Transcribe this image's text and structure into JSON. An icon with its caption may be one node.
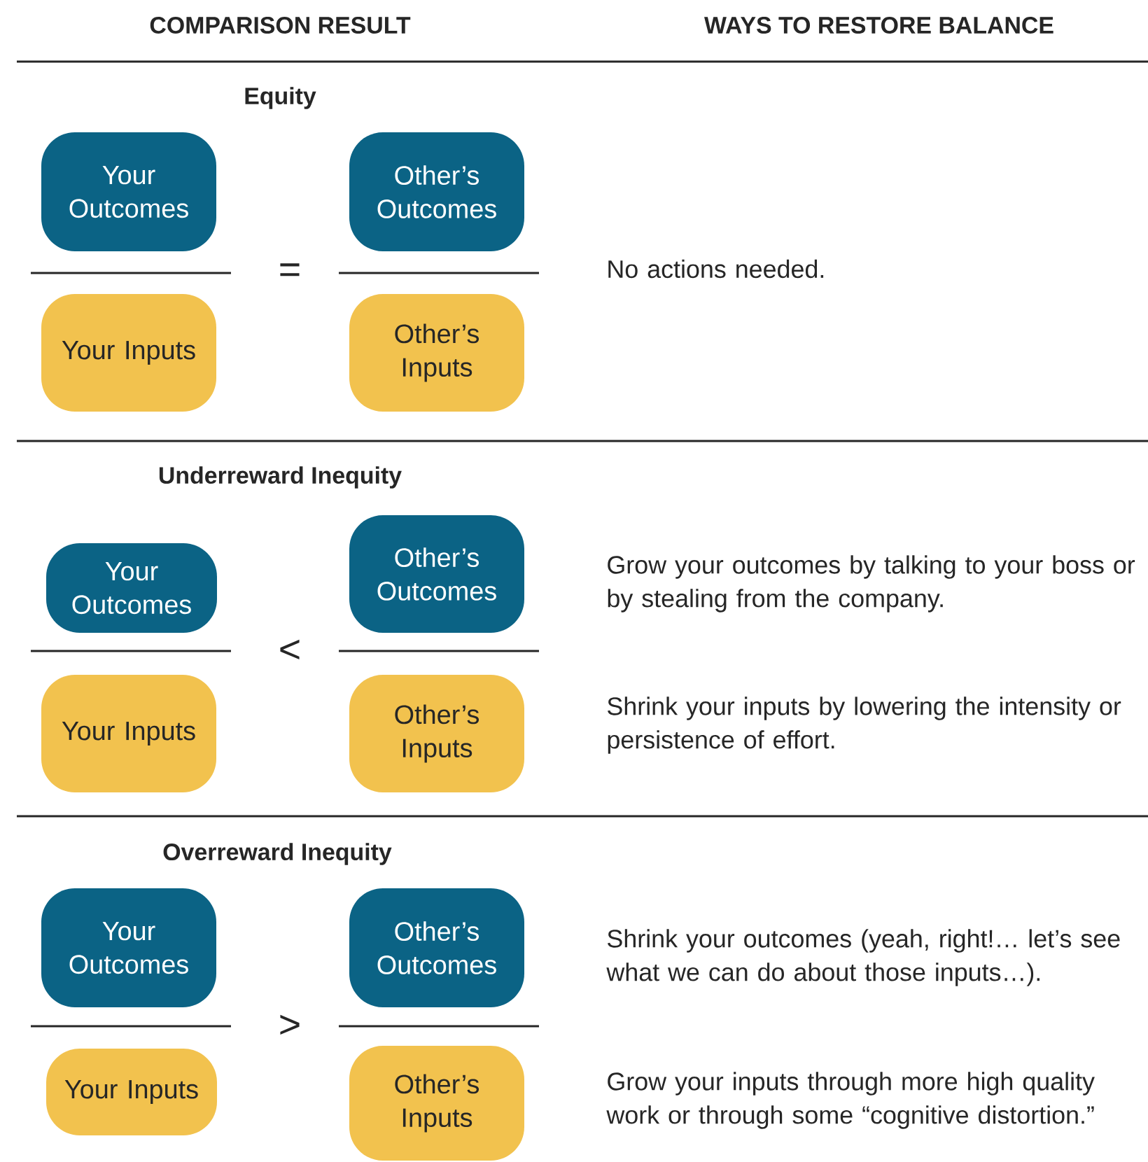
{
  "diagram": {
    "nodes": [
      {
        "text": [
          "Your Outcomes"
        ]
      },
      {
        "text": [
          "Other’s Outcomes"
        ]
      },
      {
        "text": [
          "Your Inputs"
        ]
      },
      {
        "text": [
          "Other’s Inputs"
        ]
      },
      {
        "text": [
          "Your Outcomes"
        ]
      },
      {
        "text": [
          "Other’s Outcomes"
        ]
      },
      {
        "text": [
          "Your Inputs"
        ]
      },
      {
        "text": [
          "Other’s Inputs"
        ]
      },
      {
        "text": [
          "Your Outcomes"
        ]
      },
      {
        "text": [
          "Other’s Outcomes"
        ]
      },
      {
        "text": [
          "Your Inputs"
        ]
      },
      {
        "text": [
          "Other’s Inputs"
        ]
      }
    ],
    "edges": [],
    "labels": [
      "COMPARISON RESULT",
      "WAYS TO RESTORE BALANCE",
      "Equity",
      "=",
      "No actions needed.",
      "Underreward Inequity",
      "<",
      "Grow your outcomes by talking to your boss or by stealing from the company.",
      "Shrink your inputs by lowering the intensity or persistence of effort.",
      "Overreward Inequity",
      ">",
      "Shrink your outcomes (yeah, right!… let’s see what we can do about those inputs…).",
      "Grow your inputs through more high quality work or through some “cognitive distortion.”"
    ]
  }
}
